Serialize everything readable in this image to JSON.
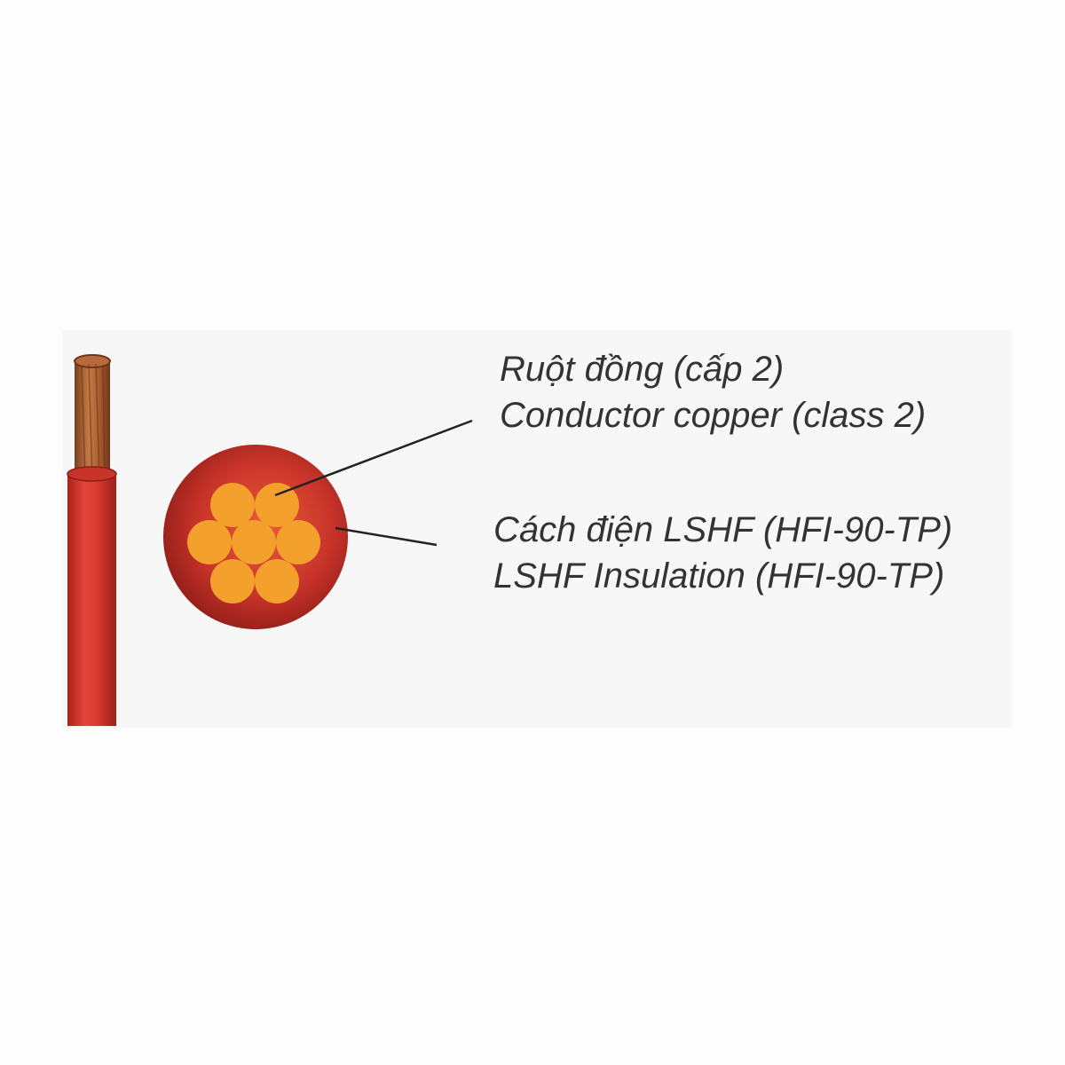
{
  "colors": {
    "insulation": "#d93a2f",
    "insulation_dark": "#8f1d17",
    "copper_strand": "#f4a02c",
    "copper_core": "#b86a3c",
    "text": "#333333",
    "leader_line": "#222222"
  },
  "callouts": [
    {
      "id": "conductor",
      "line_vi": "Ruột đồng (cấp 2)",
      "line_en": "Conductor copper (class 2)"
    },
    {
      "id": "insulation",
      "line_vi": "Cách điện LSHF (HFI-90-TP)",
      "line_en": "LSHF Insulation (HFI-90-TP)"
    }
  ],
  "cross_section": {
    "strand_count": 7,
    "layers": [
      "conductor",
      "insulation"
    ]
  }
}
